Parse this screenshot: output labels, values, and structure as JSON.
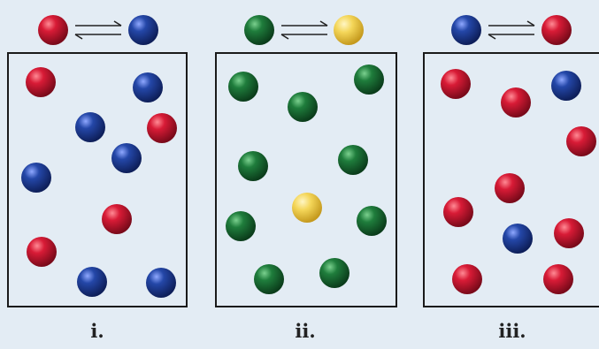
{
  "colors": {
    "background": "#e3ecf4",
    "red": "#c8102e",
    "blue": "#1f3f9a",
    "green": "#1c7a3a",
    "yellow": "#f2d34d",
    "box_border": "#1a1a1a",
    "arrow": "#222222"
  },
  "panels": [
    {
      "label": "i.",
      "equilibrium": {
        "reactant": "red",
        "product": "blue",
        "arrow": "equilibrium-arrows-icon"
      },
      "counts": {
        "red": 4,
        "blue": 6
      }
    },
    {
      "label": "ii.",
      "equilibrium": {
        "reactant": "green",
        "product": "yellow",
        "arrow": "equilibrium-arrows-icon"
      },
      "counts": {
        "green": 9,
        "yellow": 1
      }
    },
    {
      "label": "iii.",
      "equilibrium": {
        "reactant": "blue",
        "product": "red",
        "arrow": "equilibrium-arrows-icon"
      },
      "counts": {
        "red": 8,
        "blue": 2
      }
    }
  ]
}
